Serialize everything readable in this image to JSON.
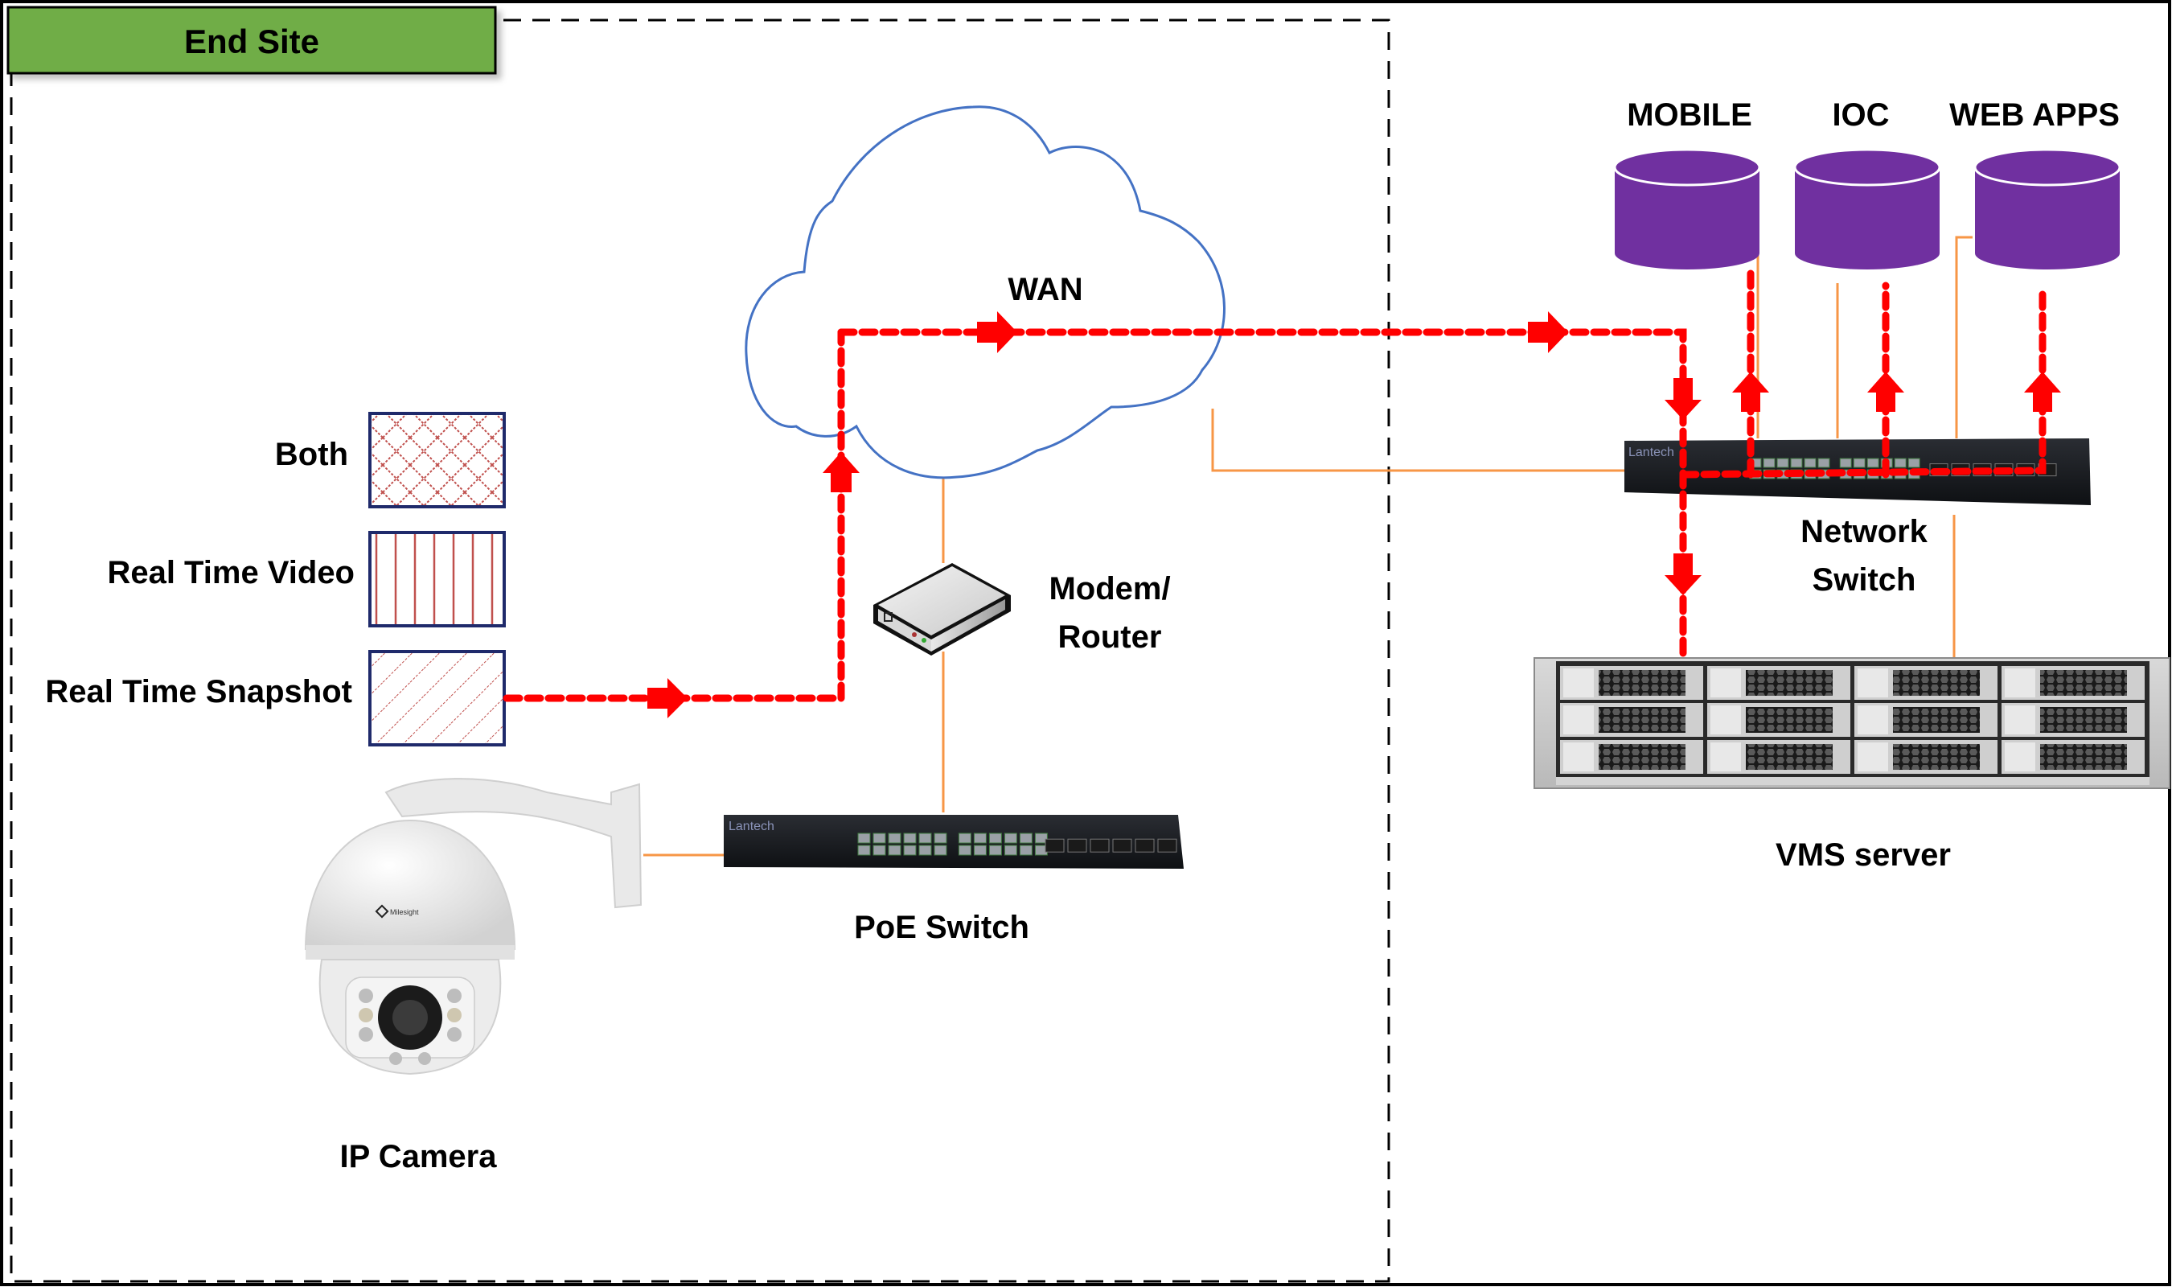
{
  "title_badge": {
    "label": "End Site",
    "color": "#70ad47"
  },
  "legend": {
    "items": [
      {
        "label": "Both",
        "pattern": "crosshatch"
      },
      {
        "label": "Real Time Video",
        "pattern": "vertical-lines"
      },
      {
        "label": "Real Time Snapshot",
        "pattern": "diagonal-lines"
      }
    ],
    "border_color": "#1f2a6b",
    "pattern_color": "#c0504d"
  },
  "nodes": {
    "wan": {
      "label": "WAN",
      "icon": "cloud-icon",
      "outline_color": "#4472c4"
    },
    "modem": {
      "label_line1": "Modem/",
      "label_line2": "Router",
      "icon": "router-icon"
    },
    "poe_switch": {
      "label": "PoE Switch",
      "brand": "Lantech",
      "icon": "switch-icon"
    },
    "ip_camera": {
      "label": "IP Camera",
      "brand": "Milesight",
      "icon": "ptz-camera-icon"
    },
    "network_switch": {
      "label_line1": "Network",
      "label_line2": "Switch",
      "brand": "Lantech",
      "icon": "switch-icon"
    },
    "vms_server": {
      "label": "VMS server",
      "icon": "rack-server-icon"
    },
    "databases": [
      {
        "label": "MOBILE",
        "icon": "database-icon"
      },
      {
        "label": "IOC",
        "icon": "database-icon"
      },
      {
        "label": "WEB APPS",
        "icon": "database-icon"
      }
    ]
  },
  "colors": {
    "data_flow": "#ff0000",
    "link": "#f79646",
    "database_fill": "#7030a0",
    "boundary": "#000000"
  }
}
